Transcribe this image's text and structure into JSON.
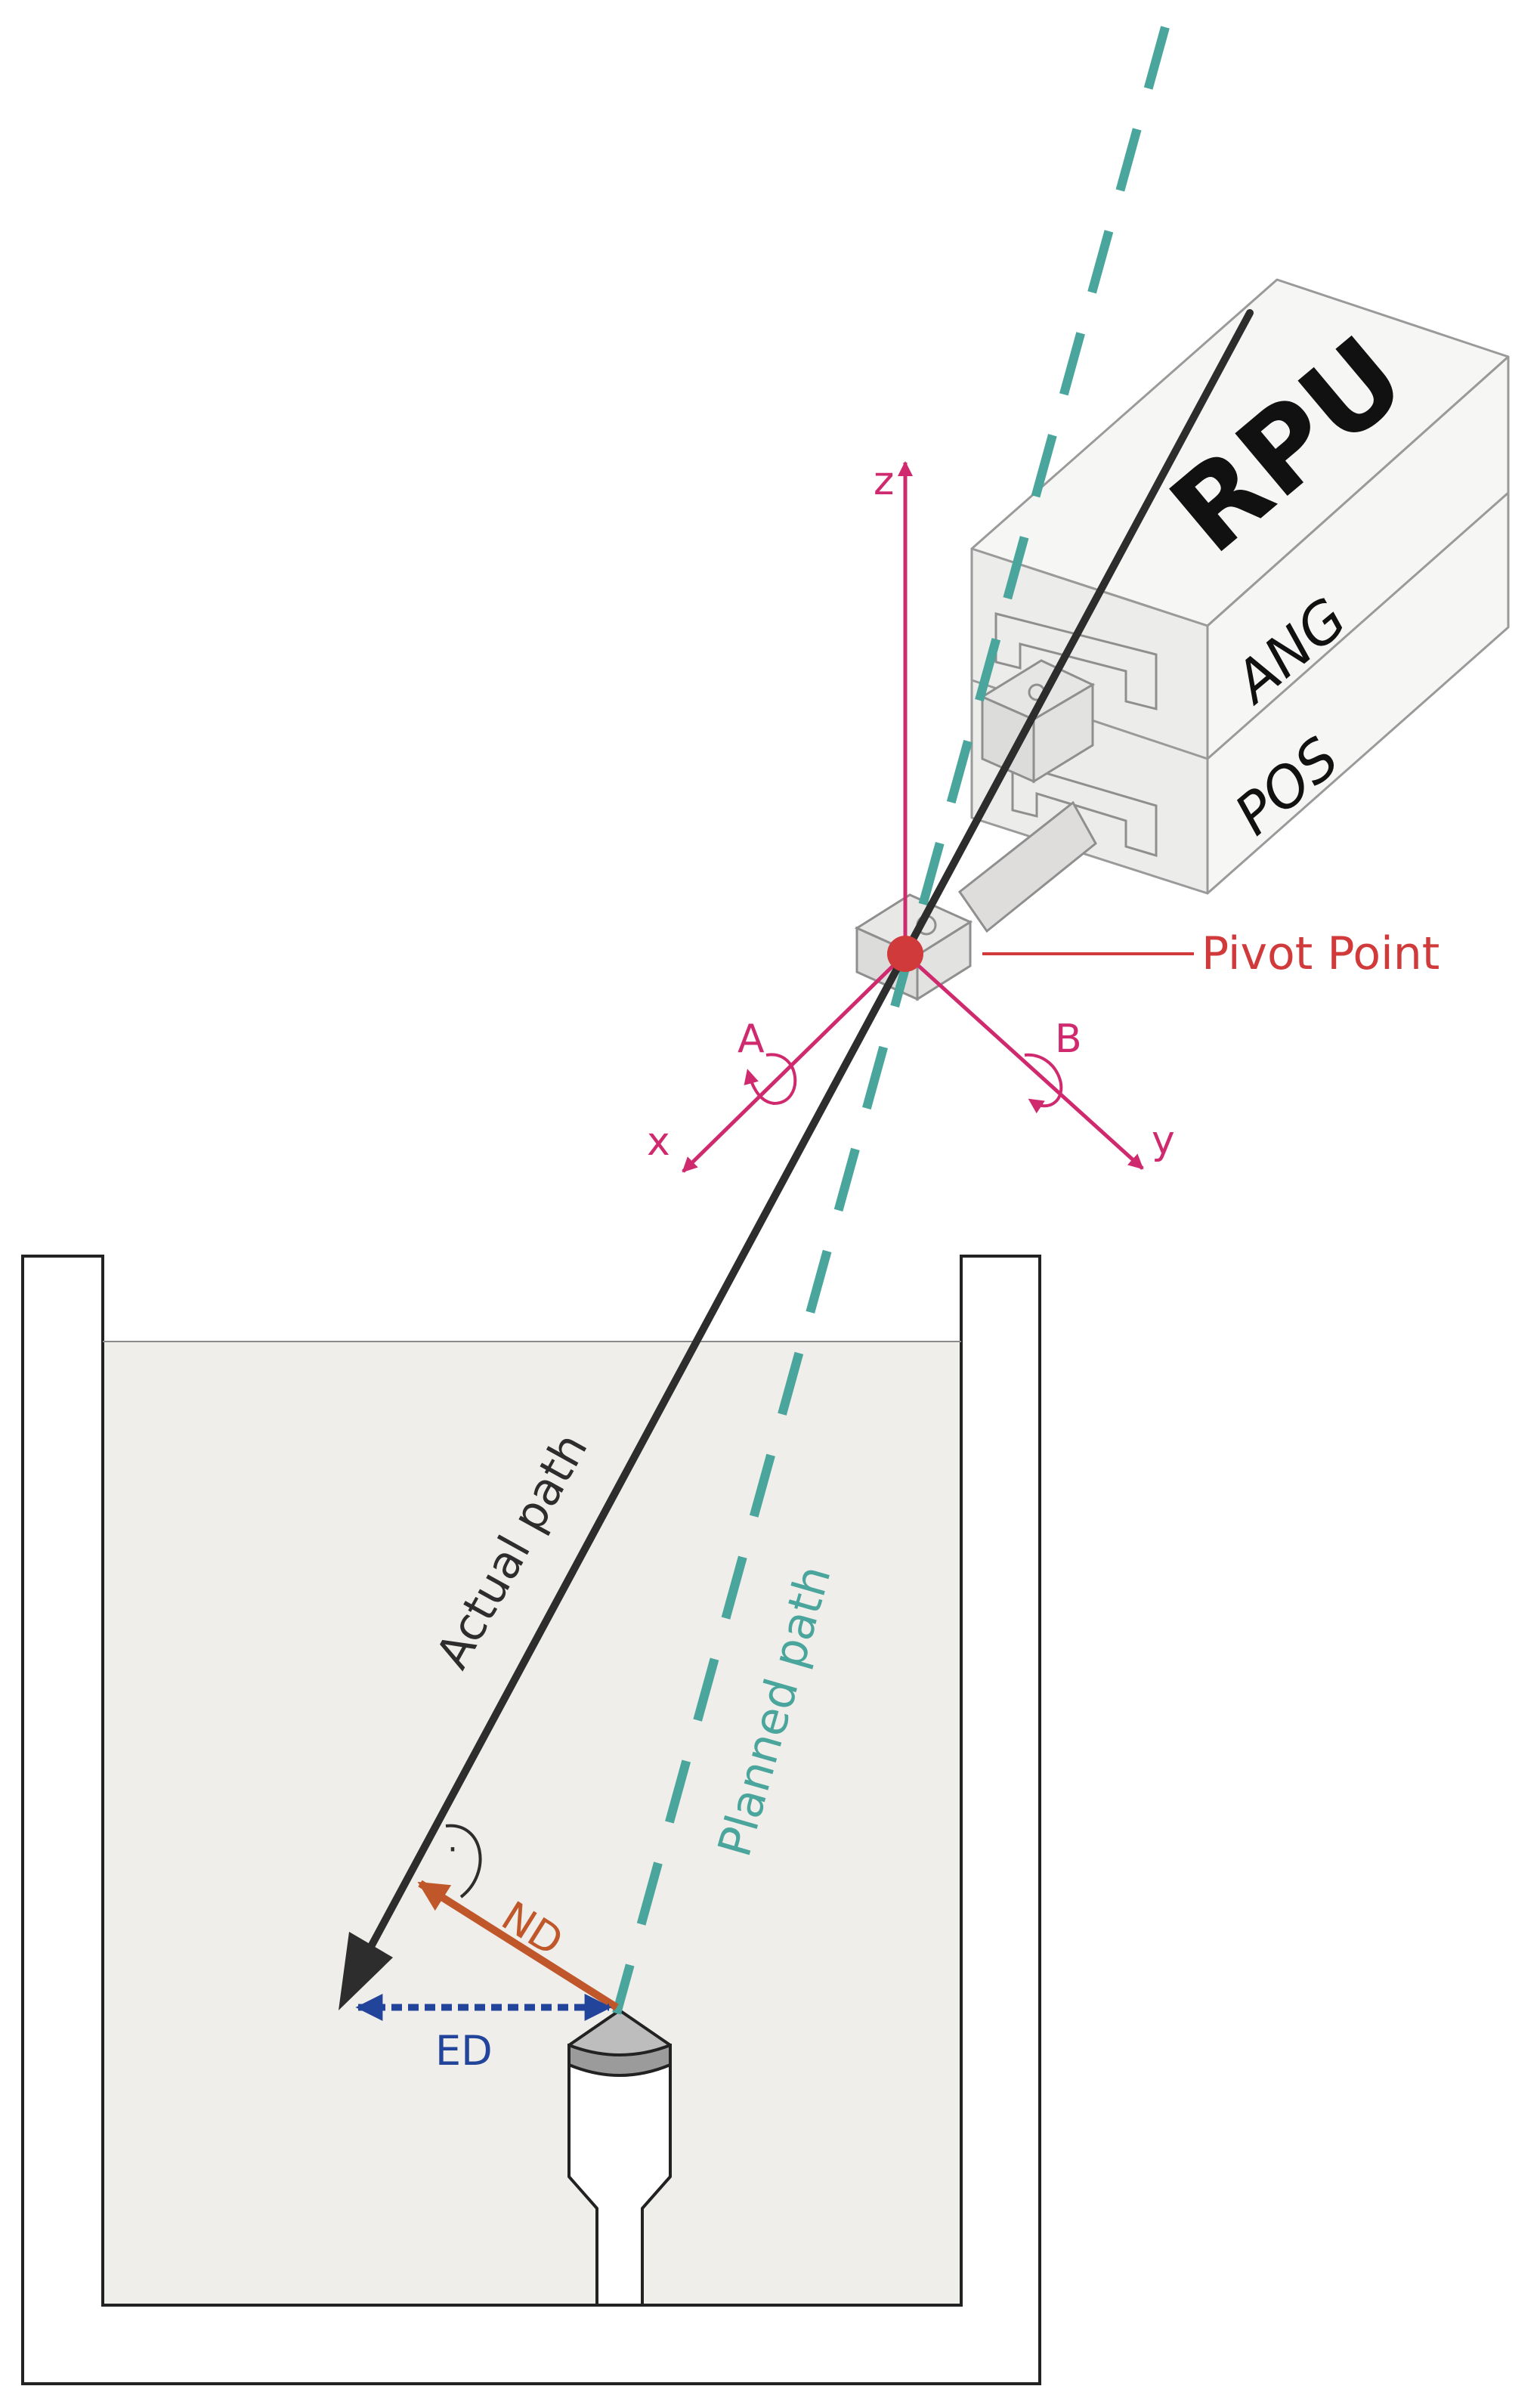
{
  "labels": {
    "rpu": "RPU",
    "ang": "ANG",
    "pos": "POS",
    "pivot_point": "Pivot Point",
    "axis_z": "z",
    "axis_x": "x",
    "axis_y": "y",
    "rotation_a": "A",
    "rotation_b": "B",
    "actual_path": "Actual path",
    "planned_path": "Planned path",
    "normal_distance": "ND",
    "euclidean_distance": "ED",
    "right_angle_mark": "·"
  },
  "colors": {
    "axes": "#d02a6e",
    "pivot": "#d03a3a",
    "planned_path": "#4aa59c",
    "actual_path": "#2d2d2d",
    "normal_distance": "#c0572a",
    "euclidean_distance": "#22449a",
    "box_fill": "#f3f3f1",
    "box_edge": "#9a9a9a",
    "tank_fill": "#efeeea"
  },
  "icons": [
    "rotation-arrow-icon",
    "objective-lens-icon",
    "pivot-dot-icon"
  ]
}
